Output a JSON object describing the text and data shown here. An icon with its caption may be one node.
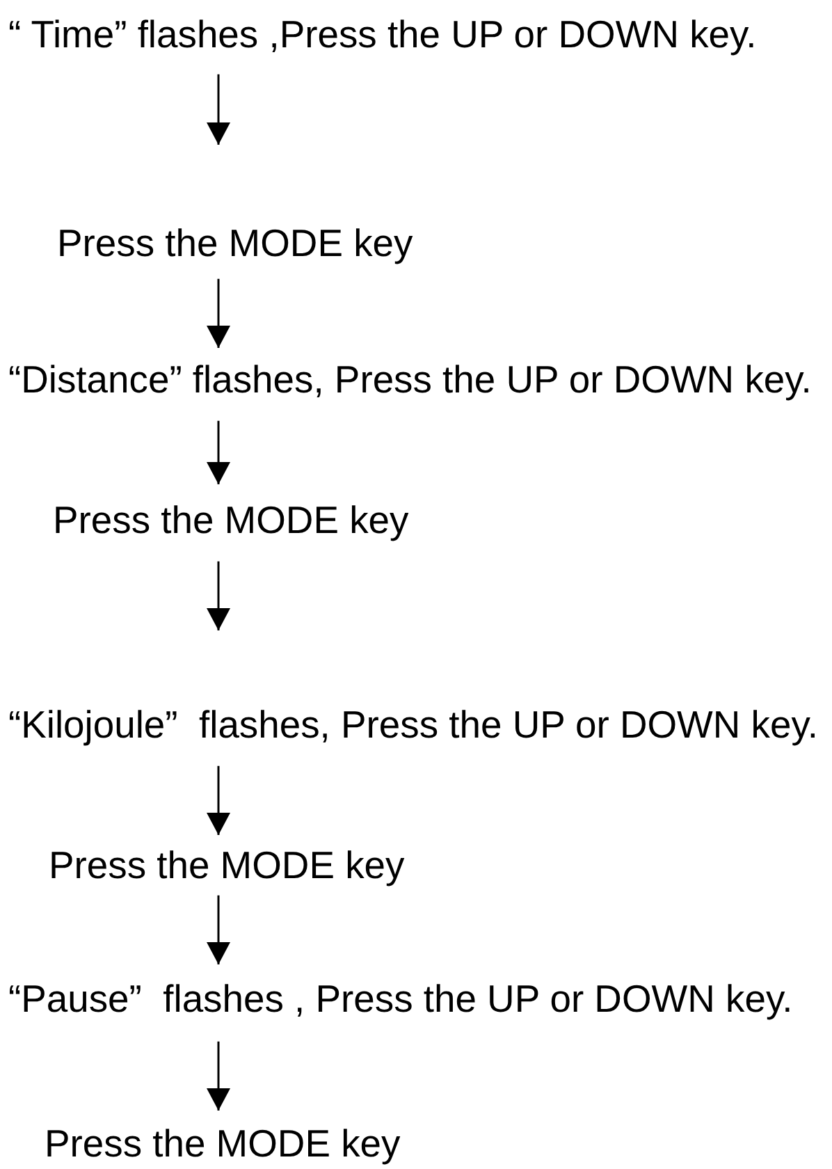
{
  "diagram": {
    "nodes": [
      {
        "text": [
          "“ Time” flashes ,Press the UP or DOWN key."
        ]
      },
      {
        "text": [
          "Press the MODE key"
        ]
      },
      {
        "text": [
          "“Distance” flashes, Press the UP or DOWN key."
        ]
      },
      {
        "text": [
          "Press the MODE key"
        ]
      },
      {
        "text": [
          "“Kilojoule”  flashes, Press the UP or DOWN key."
        ]
      },
      {
        "text": [
          "Press the MODE key"
        ]
      },
      {
        "text": [
          "“Pause”  flashes , Press the UP or DOWN key."
        ]
      },
      {
        "text": [
          "Press the MODE key"
        ]
      }
    ],
    "edges": [
      {
        "from": 0,
        "to": 1,
        "arrow": "to"
      },
      {
        "from": 1,
        "to": 2,
        "arrow": "to"
      },
      {
        "from": 2,
        "to": 3,
        "arrow": "to"
      },
      {
        "from": 3,
        "to": 4,
        "arrow": "to"
      },
      {
        "from": 4,
        "to": 5,
        "arrow": "to"
      },
      {
        "from": 5,
        "to": 6,
        "arrow": "to"
      },
      {
        "from": 6,
        "to": 7,
        "arrow": "to"
      }
    ]
  }
}
